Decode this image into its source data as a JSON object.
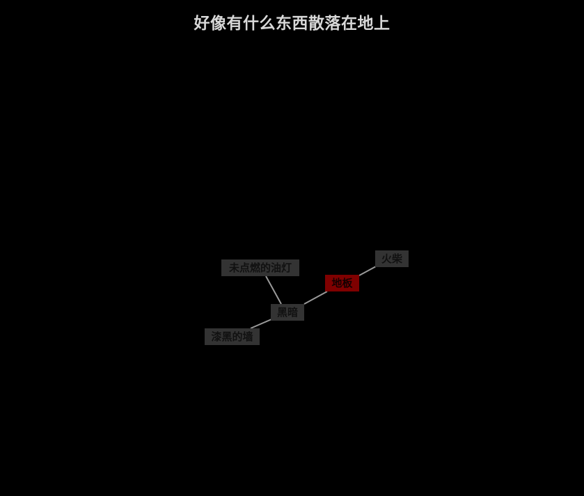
{
  "title": "好像有什么东西散落在地上",
  "colors": {
    "background": "#000000",
    "title_text": "#d8d8d8",
    "node_bg": "#333333",
    "node_text": "#111111",
    "active_node_bg": "#7f0000",
    "link": "#9a9a9a"
  },
  "nodes": [
    {
      "id": "lamp",
      "label": "未点燃的油灯",
      "active": false
    },
    {
      "id": "match",
      "label": "火柴",
      "active": false
    },
    {
      "id": "floor",
      "label": "地板",
      "active": true
    },
    {
      "id": "darkness",
      "label": "黑暗",
      "active": false
    },
    {
      "id": "wall",
      "label": "漆黑的墙",
      "active": false
    }
  ],
  "links": [
    {
      "from": "lamp",
      "to": "darkness"
    },
    {
      "from": "darkness",
      "to": "floor"
    },
    {
      "from": "floor",
      "to": "match"
    },
    {
      "from": "darkness",
      "to": "wall"
    }
  ]
}
